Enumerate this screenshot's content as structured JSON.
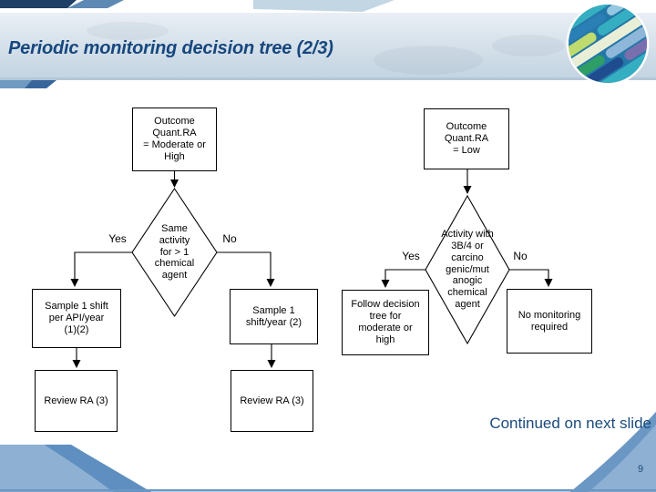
{
  "slide": {
    "title": "Periodic monitoring decision tree (2/3)",
    "footer_note": "Continued on next slide",
    "page_number": "9"
  },
  "flowchart": {
    "left_tree": {
      "root": "Outcome\nQuant.RA\n= Moderate or\nHigh",
      "decision": "Same\nactivity\nfor > 1\nchemical\nagent",
      "yes_label": "Yes",
      "no_label": "No",
      "yes_action": "Sample 1 shift\nper API/year\n(1)(2)",
      "no_action": "Sample 1\nshift/year (2)",
      "yes_review": "Review RA (3)",
      "no_review": "Review RA (3)"
    },
    "right_tree": {
      "root": "Outcome\nQuant.RA\n= Low",
      "decision": "Activity with\n3B/4 or\ncarcino\ngenic/mut\nanogic\nchemical\nagent",
      "yes_label": "Yes",
      "no_label": "No",
      "yes_action": "Follow decision\ntree for\nmoderate or\nhigh",
      "no_action": "No monitoring\nrequired"
    }
  },
  "icons": {
    "logo": "globe-sphere-logo"
  },
  "colors": {
    "title_navy": "#17477e",
    "footer_navy": "#1a4a7e",
    "header_band": "#cddbe7",
    "wave_light_blue": "#8db0d3",
    "wave_dark_blue": "#5f8fc0",
    "flowchart_line": "#000000"
  }
}
